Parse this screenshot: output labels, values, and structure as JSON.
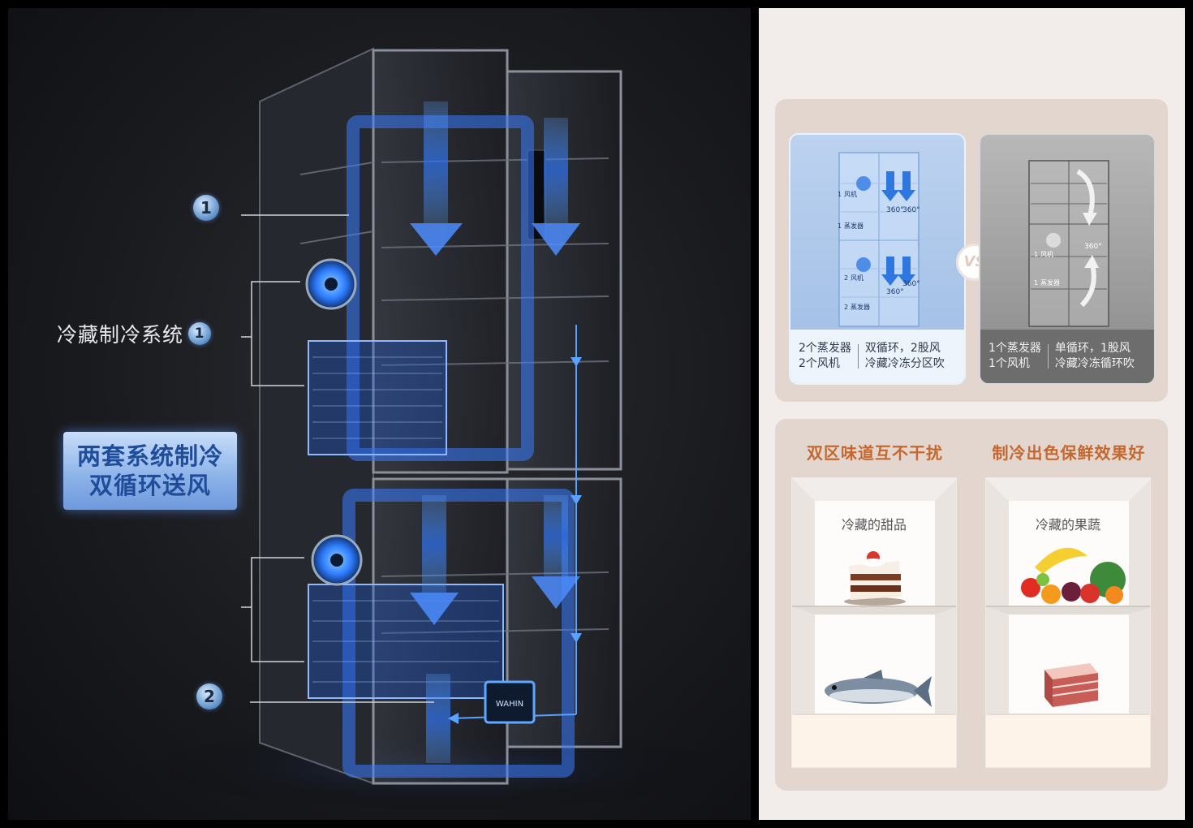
{
  "left_panel": {
    "callout_top": "1",
    "callout_bottom": "2",
    "system_label": "冷藏制冷系统",
    "system_label_num": "1",
    "badge_line1": "两套系统制冷",
    "badge_line2": "双循环送风",
    "chip_text": "WAHIN"
  },
  "comparison": {
    "left": {
      "tag_fan": "风机",
      "tag_evap": "蒸发器",
      "tag_fan_num1": "1",
      "tag_evap_num1": "1",
      "tag_fan_num2": "2",
      "tag_evap_num2": "2",
      "deg_a": "360°",
      "deg_b": "360°",
      "deg_c": "360°",
      "deg_d": "360°",
      "col1_line1": "2个蒸发器",
      "col1_line2": "2个风机",
      "col2_line1": "双循环，2股风",
      "col2_line2": "冷藏冷冻分区吹"
    },
    "vs": "VS",
    "right": {
      "tag_fan": "风机",
      "tag_evap": "蒸发器",
      "tag_num": "1",
      "deg": "360°",
      "col1_line1": "1个蒸发器",
      "col1_line2": "1个风机",
      "col2_line1": "单循环，1股风",
      "col2_line2": "冷藏冷冻循环吹"
    }
  },
  "features": {
    "title_left": "双区味道互不干扰",
    "title_right": "制冷出色保鲜效果好",
    "shelf_left_label": "冷藏的甜品",
    "shelf_right_label": "冷藏的果蔬"
  },
  "colors": {
    "accent_orange": "#c4682f",
    "accent_blue": "#3b7bff",
    "panel_bg": "#f2ecea",
    "card_bg": "#e2d6cf"
  }
}
